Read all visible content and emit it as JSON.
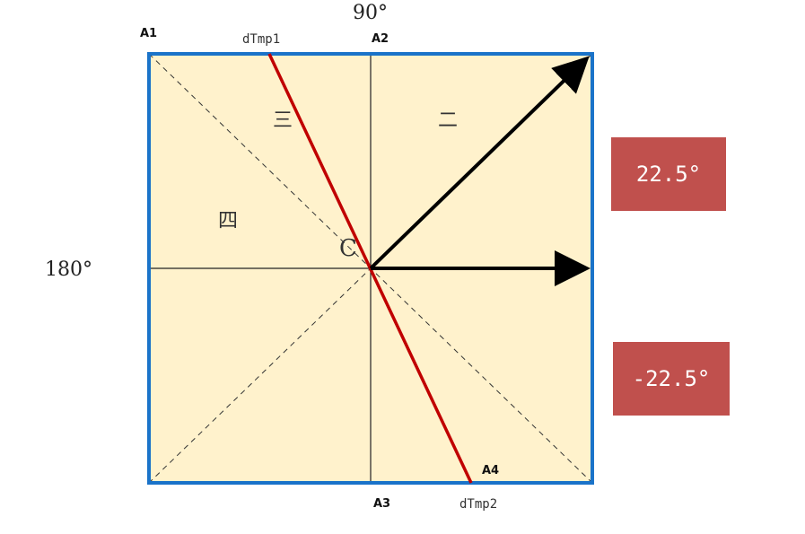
{
  "labels": {
    "angle_top": "90°",
    "angle_left": "180°",
    "corner_a1": "A1",
    "corner_a2": "A2",
    "corner_a3": "A3",
    "corner_a4": "A4",
    "tmp1": "dTmp1",
    "tmp2": "dTmp2",
    "center": "C",
    "region_two": "二",
    "region_three": "三",
    "region_four": "四"
  },
  "badges": {
    "upper": "22.5°",
    "lower": "-22.5°"
  },
  "colors": {
    "fill": "#fff2cc",
    "border": "#1a73c9",
    "red_line": "#c00000",
    "badge": "#c0504d",
    "arrow": "#000000"
  }
}
